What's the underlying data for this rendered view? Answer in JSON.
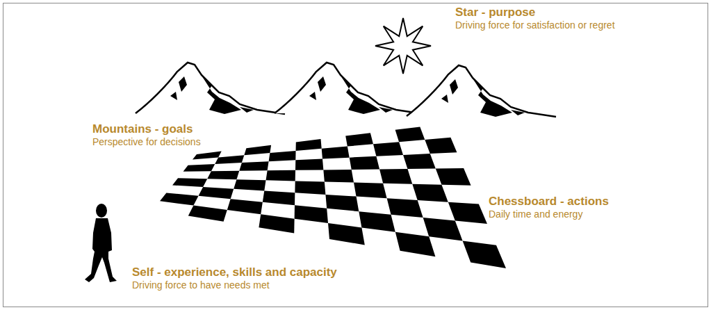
{
  "diagram": {
    "labels": [
      "Star - purpose",
      "Driving force for satisfaction or regret",
      "Mountains - goals",
      "Perspective for decisions",
      "Chessboard - actions",
      "Daily time and energy",
      "Self - experience, skills and capacity",
      "Driving force to have needs met"
    ]
  }
}
